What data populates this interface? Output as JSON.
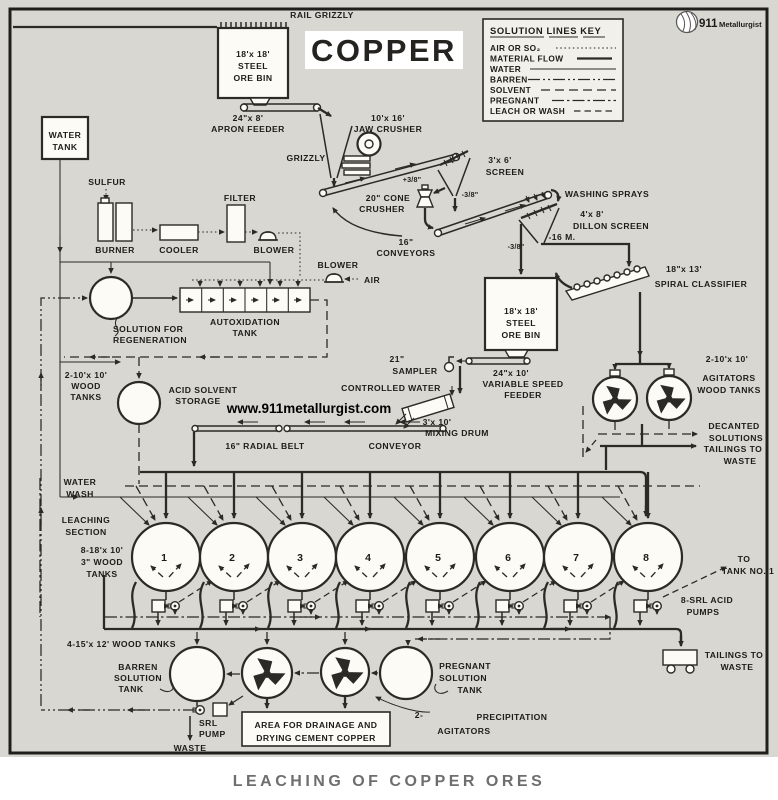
{
  "title": "COPPER",
  "caption": "LEACHING OF COPPER ORES",
  "watermark": "www.911metallurgist.com",
  "logo": {
    "number": "911",
    "name": "Metallurgist"
  },
  "legend": {
    "title": "SOLUTION LINES KEY",
    "entries": [
      {
        "label": "AIR OR SO₂",
        "style": "dotted"
      },
      {
        "label": "MATERIAL FLOW",
        "style": "thick-solid"
      },
      {
        "label": "WATER",
        "style": "thin-solid"
      },
      {
        "label": "BARREN",
        "style": "dash-dot-dot"
      },
      {
        "label": "SOLVENT",
        "style": "long-dash"
      },
      {
        "label": "PREGNANT",
        "style": "dash-dot"
      },
      {
        "label": "LEACH OR WASH",
        "style": "medium-dash"
      }
    ]
  },
  "labels": {
    "rail_grizzly": "RAIL GRIZZLY",
    "ore_bin_top": [
      "18'x 18'",
      "STEEL",
      "ORE BIN"
    ],
    "apron_feeder": [
      "24\"x 8'",
      "APRON FEEDER"
    ],
    "jaw_crusher": [
      "10'x 16'",
      "JAW CRUSHER"
    ],
    "grizzly": "GRIZZLY",
    "screen_3x6": [
      "3'x 6'",
      "SCREEN"
    ],
    "plus_38": "+3/8\"",
    "cone_crusher": [
      "20\" CONE",
      "CRUSHER"
    ],
    "minus_38_a": "-3/8\"",
    "minus_38_b": "-3/8\"",
    "conveyors_16": [
      "16\"",
      "CONVEYORS"
    ],
    "washing_sprays": "WASHING SPRAYS",
    "dillon_screen": [
      "4'x 8'",
      "DILLON SCREEN"
    ],
    "minus_16m": "-16 M.",
    "spiral_classifier": [
      "18\"x 13'",
      "SPIRAL CLASSIFIER"
    ],
    "water_tank": [
      "WATER",
      "TANK"
    ],
    "sulfur": "SULFUR",
    "burner": "BURNER",
    "cooler": "COOLER",
    "filter": "FILTER",
    "blower_left": "BLOWER",
    "blower_right": "BLOWER",
    "air": "AIR",
    "solution_regen": [
      "SOLUTION FOR",
      "REGENERATION"
    ],
    "autox_tank": [
      "AUTOXIDATION",
      "TANK"
    ],
    "wood_tanks_left": [
      "2-10'x 10'",
      "WOOD",
      "TANKS"
    ],
    "acid_solvent": [
      "ACID SOLVENT",
      "STORAGE"
    ],
    "ore_bin_mid": [
      "18'x 18'",
      "STEEL",
      "ORE BIN"
    ],
    "sampler": [
      "21\"",
      "SAMPLER"
    ],
    "var_feeder": [
      "24\"x 10'",
      "VARIABLE SPEED",
      "FEEDER"
    ],
    "controlled_water": "CONTROLLED WATER",
    "mixing_drum": [
      "3'x 10'",
      "MIXING DRUM"
    ],
    "radial_belt": "16\" RADIAL BELT",
    "conveyor": "CONVEYOR",
    "agitators_right": [
      "2-10'x 10'",
      "AGITATORS",
      "WOOD TANKS"
    ],
    "decanted": [
      "DECANTED",
      "SOLUTIONS"
    ],
    "tailings_mid": [
      "TAILINGS TO",
      "WASTE"
    ],
    "water_wash": [
      "WATER",
      "WASH"
    ],
    "leaching_section": [
      "LEACHING",
      "SECTION"
    ],
    "leach_tanks_label": [
      "8-18'x 10'",
      "3\" WOOD",
      "TANKS"
    ],
    "to_tank1": [
      "TO",
      "TANK NO. 1"
    ],
    "srl_acid_pumps": [
      "8-SRL ACID",
      "PUMPS"
    ],
    "tailings_cart": [
      "TAILINGS TO",
      "WASTE"
    ],
    "wood_tanks_bottom": "4-15'x 12'  WOOD  TANKS",
    "barren_tank": [
      "BARREN",
      "SOLUTION",
      "TANK"
    ],
    "srl_pump": [
      "SRL",
      "PUMP"
    ],
    "waste": "WASTE",
    "drainage_area": [
      "AREA FOR DRAINAGE AND",
      "DRYING CEMENT COPPER"
    ],
    "two_dash": "2-",
    "precipitation": [
      "PRECIPITATION",
      "AGITATORS"
    ],
    "pregnant_tank": [
      "PREGNANT",
      "SOLUTION",
      "TANK"
    ]
  },
  "tanks": {
    "numbers": [
      "1",
      "2",
      "3",
      "4",
      "5",
      "6",
      "7",
      "8"
    ]
  }
}
